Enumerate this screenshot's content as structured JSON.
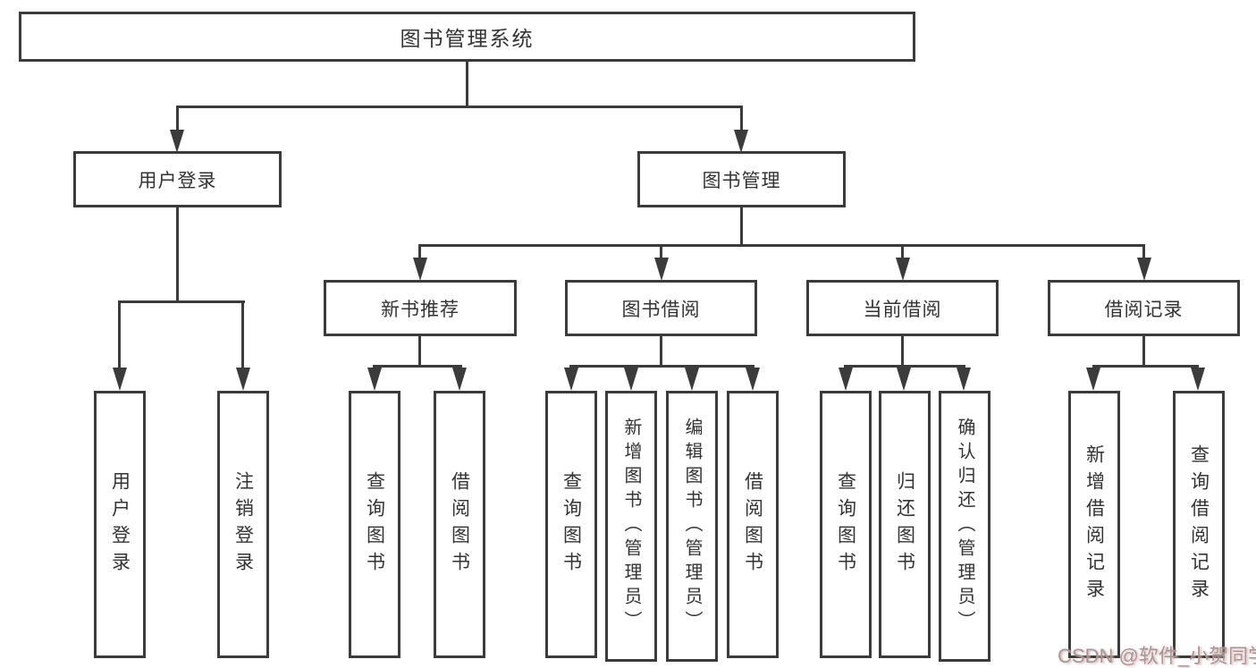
{
  "diagram": {
    "root": {
      "label": "图书管理系统"
    },
    "level2": [
      {
        "label": "用户登录"
      },
      {
        "label": "图书管理"
      }
    ],
    "level3": [
      {
        "label": "新书推荐",
        "parent": "图书管理"
      },
      {
        "label": "图书借阅",
        "parent": "图书管理"
      },
      {
        "label": "当前借阅",
        "parent": "图书管理"
      },
      {
        "label": "借阅记录",
        "parent": "图书管理"
      }
    ],
    "leaves": [
      {
        "label": "用户登录",
        "parent": "用户登录"
      },
      {
        "label": "注销登录",
        "parent": "用户登录"
      },
      {
        "label": "查询图书",
        "parent": "新书推荐"
      },
      {
        "label": "借阅图书",
        "parent": "新书推荐"
      },
      {
        "label": "查询图书",
        "parent": "图书借阅"
      },
      {
        "label": "新增图书（管理员）",
        "parent": "图书借阅"
      },
      {
        "label": "编辑图书（管理员）",
        "parent": "图书借阅"
      },
      {
        "label": "借阅图书",
        "parent": "图书借阅"
      },
      {
        "label": "查询图书",
        "parent": "当前借阅"
      },
      {
        "label": "归还图书",
        "parent": "当前借阅"
      },
      {
        "label": "确认归还（管理员）",
        "parent": "当前借阅"
      },
      {
        "label": "新增借阅记录",
        "parent": "借阅记录"
      },
      {
        "label": "查询借阅记录",
        "parent": "借阅记录"
      }
    ],
    "colors": {
      "line": "#3b3b3b",
      "text": "#333333",
      "background": "#ffffff",
      "watermark": "#9b9b9b",
      "watermark_shadow": "#f0a6a6"
    },
    "watermark": {
      "text": "CSDN @软件_小贺同学"
    }
  }
}
